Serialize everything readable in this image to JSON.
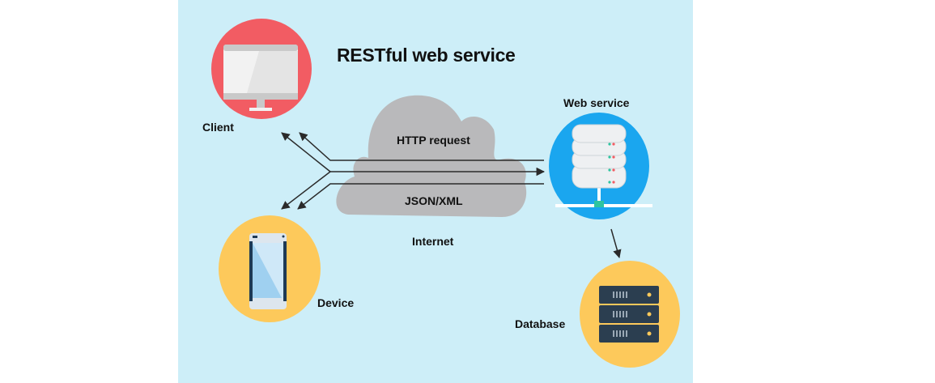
{
  "diagram": {
    "title": "RESTful web service",
    "nodes": {
      "client": {
        "label": "Client",
        "icon": "desktop-monitor-icon",
        "color": "#f25c63"
      },
      "device": {
        "label": "Device",
        "icon": "smartphone-icon",
        "color": "#fdc95b"
      },
      "web_service": {
        "label": "Web service",
        "icon": "server-stack-icon",
        "color": "#1aa6ef"
      },
      "database": {
        "label": "Database",
        "icon": "server-rack-icon",
        "color": "#fdc95b"
      },
      "internet": {
        "label": "Internet",
        "icon": "cloud-icon",
        "color": "#b9b9bb"
      }
    },
    "flows": {
      "request_label": "HTTP request",
      "response_label": "JSON/XML"
    },
    "edges": [
      {
        "from": "client",
        "to": "web_service",
        "label": "HTTP request"
      },
      {
        "from": "device",
        "to": "web_service",
        "label": "HTTP request"
      },
      {
        "from": "web_service",
        "to": "client",
        "label": "JSON/XML"
      },
      {
        "from": "web_service",
        "to": "device",
        "label": "JSON/XML"
      },
      {
        "from": "web_service",
        "to": "database",
        "label": ""
      }
    ],
    "colors": {
      "background": "#cdeef8",
      "arrow": "#2a2a2a",
      "text": "#111111"
    }
  }
}
